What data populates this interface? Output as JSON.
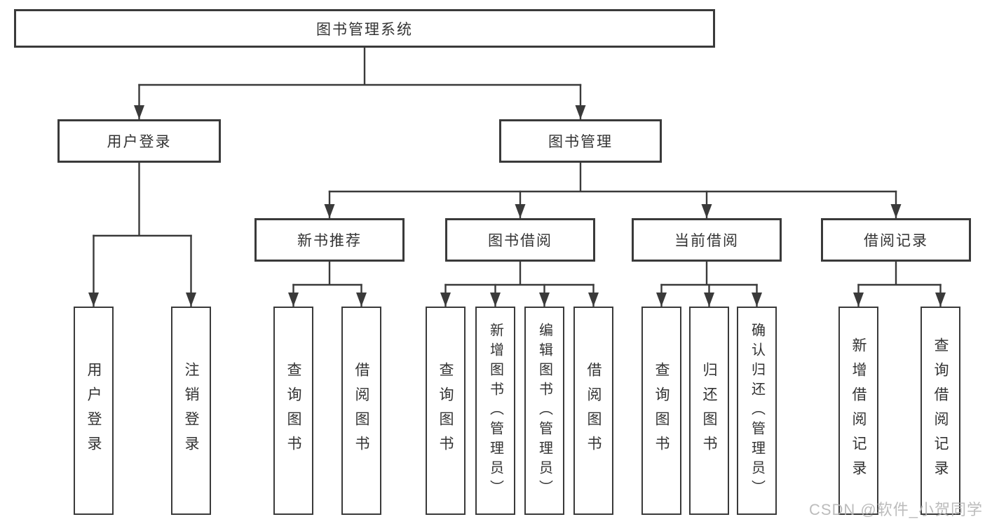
{
  "diagram": {
    "root": {
      "label": "图书管理系统"
    },
    "level2": {
      "user_login": "用户登录",
      "book_management": "图书管理"
    },
    "level3": {
      "new_book_rec": "新书推荐",
      "book_borrowing": "图书借阅",
      "current_borrowing": "当前借阅",
      "borrowing_records": "借阅记录"
    },
    "leaves": {
      "user_login": [
        "用户登录",
        "注销登录"
      ],
      "new_book_rec": [
        "查询图书",
        "借阅图书"
      ],
      "book_borrowing": [
        "查询图书",
        "新增图书（管理员）",
        "编辑图书（管理员）",
        "借阅图书"
      ],
      "current_borrowing": [
        "查询图书",
        "归还图书",
        "确认归还（管理员）"
      ],
      "borrowing_records": [
        "新增借阅记录",
        "查询借阅记录"
      ]
    },
    "colors": {
      "line": "#3a3a3a",
      "text": "#333333",
      "watermark_text": "#b5b5b5"
    }
  },
  "watermark": {
    "text": "CSDN @软件_小贺同学"
  }
}
